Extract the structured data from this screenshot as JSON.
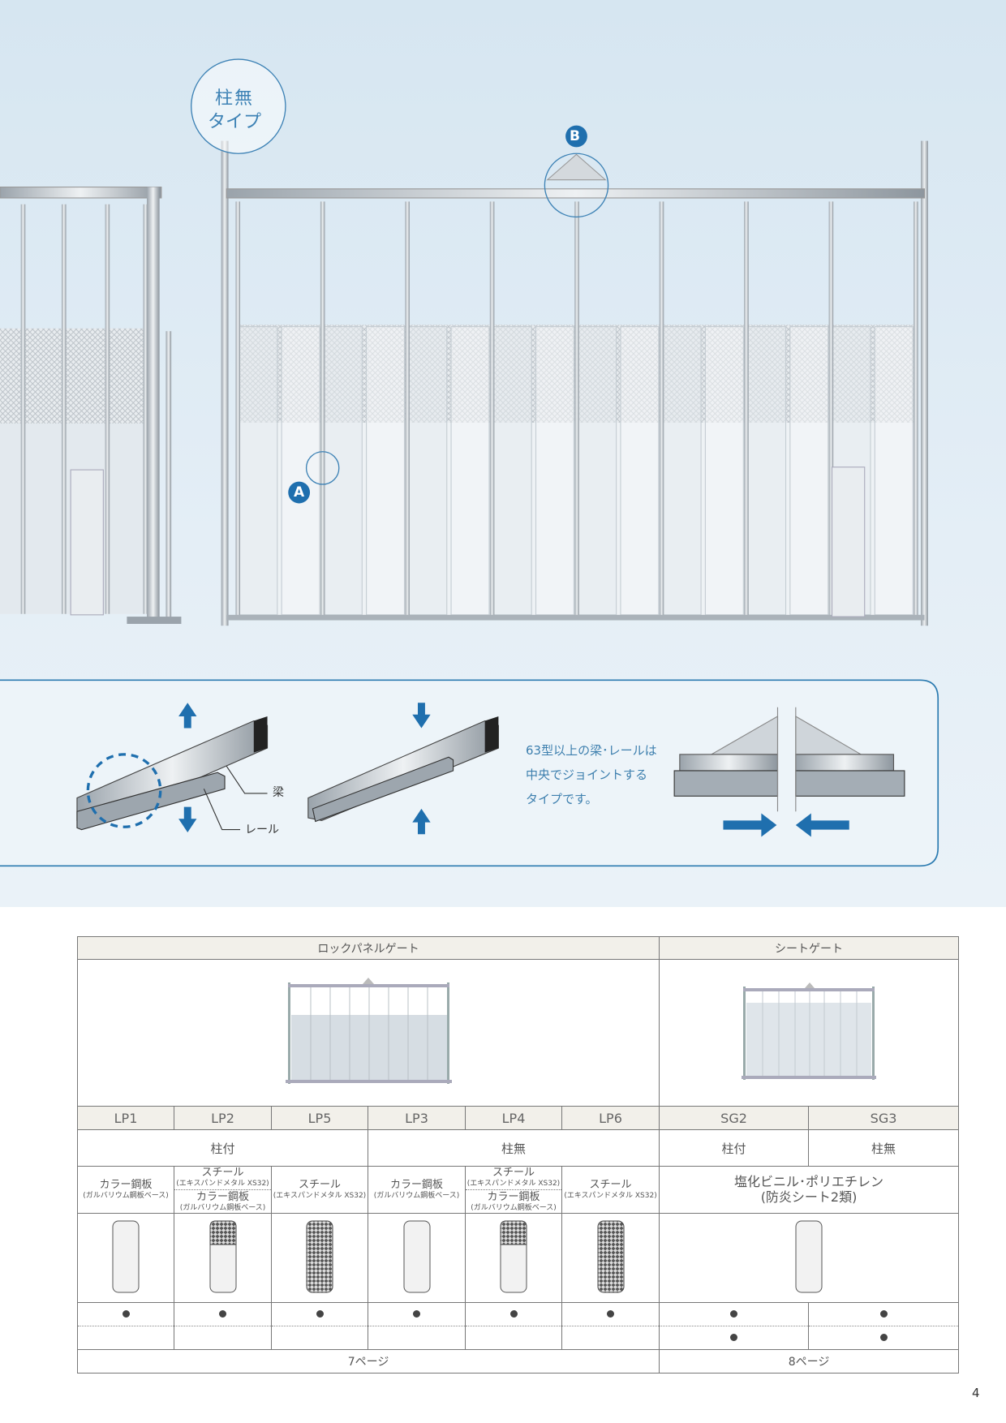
{
  "hero": {
    "type_badge_line1": "柱無",
    "type_badge_line2": "タイプ",
    "badge_a": "A",
    "badge_b": "B"
  },
  "callout": {
    "label_beam": "梁",
    "label_rail": "レール",
    "text_lines": [
      "63型以上の梁･レールは",
      "中央でジョイントする",
      "タイプです。"
    ]
  },
  "colors": {
    "accent": "#1f6fae",
    "border": "#2a7ab0",
    "header_bg": "#f2f0ea"
  },
  "table": {
    "groups": [
      "ロックパネルゲート",
      "シートゲート"
    ],
    "models": [
      "LP1",
      "LP2",
      "LP5",
      "LP3",
      "LP4",
      "LP6",
      "SG2",
      "SG3"
    ],
    "posts": {
      "lp_with": "柱付",
      "lp_without": "柱無",
      "sg2": "柱付",
      "sg3": "柱無"
    },
    "materials": {
      "color_steel": "カラー鋼板",
      "color_steel_sub": "(ガルバリウム鋼板ベース)",
      "steel": "スチール",
      "steel_sub": "(エキスパンドメタル XS32)",
      "sheet": "塩化ビニル･ポリエチレン",
      "sheet_sub": "(防炎シート2類)"
    },
    "pages": [
      "7ページ",
      "8ページ"
    ]
  },
  "page_number": "4"
}
